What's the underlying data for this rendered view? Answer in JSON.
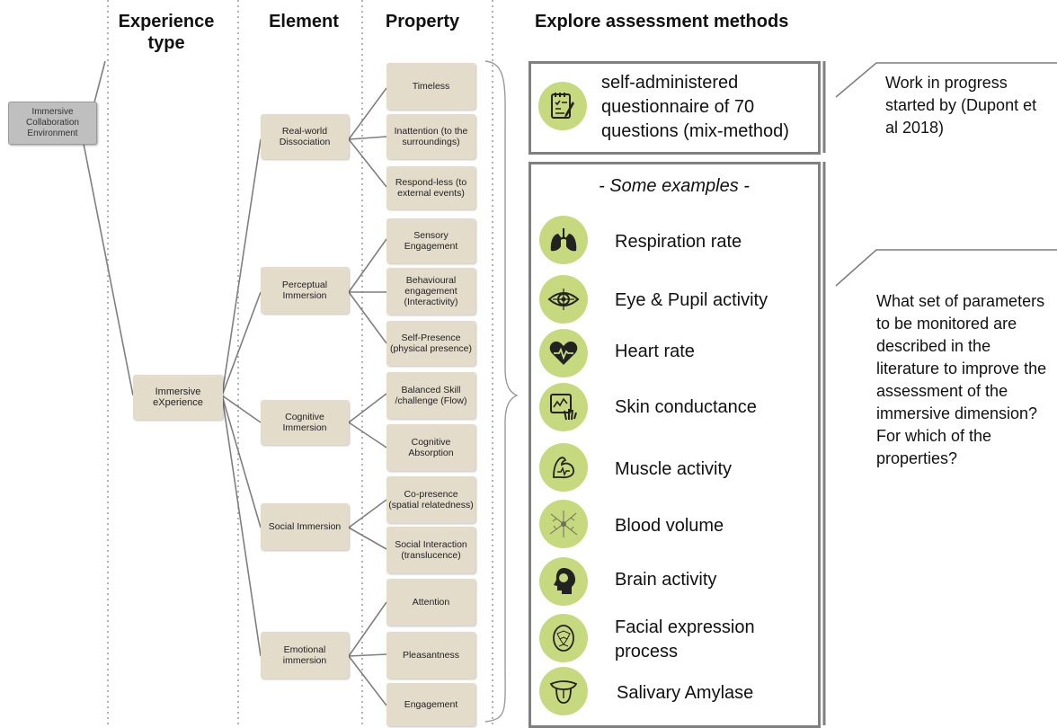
{
  "headers": {
    "experience_type": "Experience type",
    "element": "Element",
    "property": "Property",
    "methods": "Explore assessment methods"
  },
  "root": "Immersive Collaboration Environment",
  "experience": "Immersive eXperience",
  "elements": [
    "Real-world Dissociation",
    "Perceptual Immersion",
    "Cognitive Immersion",
    "Social Immersion",
    "Emotional immersion"
  ],
  "properties": [
    "Timeless",
    "Inattention (to the surroundings)",
    "Respond-less (to external events)",
    "Sensory Engagement",
    "Behavioural engagement (Interactivity)",
    "Self-Presence (physical presence)",
    "Balanced Skill /challenge (Flow)",
    "Cognitive Absorption",
    "Co-presence (spatial relatedness)",
    "Social Interaction (translucence)",
    "Attention",
    "Pleasantness",
    "Engagement"
  ],
  "questionnaire": "self-administered questionnaire of 70 questions (mix-method)",
  "examples_title": "- Some examples -",
  "methods": [
    {
      "label": "Respiration rate",
      "icon": "lungs-icon"
    },
    {
      "label": "Eye & Pupil activity",
      "icon": "eye-icon"
    },
    {
      "label": "Heart rate",
      "icon": "heart-rate-icon"
    },
    {
      "label": "Skin conductance",
      "icon": "skin-conductance-icon"
    },
    {
      "label": "Muscle activity",
      "icon": "muscle-icon"
    },
    {
      "label": "Blood volume",
      "icon": "blood-vessels-icon"
    },
    {
      "label": "Brain activity",
      "icon": "brain-icon"
    },
    {
      "label": "Facial expression process",
      "icon": "face-scan-icon"
    },
    {
      "label": "Salivary Amylase",
      "icon": "tongue-icon"
    }
  ],
  "note_progress": "Work in progress started by (Dupont et al 2018)",
  "note_question": "What set of parameters to be monitored are described in the literature to improve the assessment of the immersive dimension? For which of the properties?",
  "colors": {
    "node": "#e4dccb",
    "root": "#bfbfbf",
    "icon_bg": "#c7d97e",
    "border": "#808080",
    "line": "#7f7f7f"
  }
}
